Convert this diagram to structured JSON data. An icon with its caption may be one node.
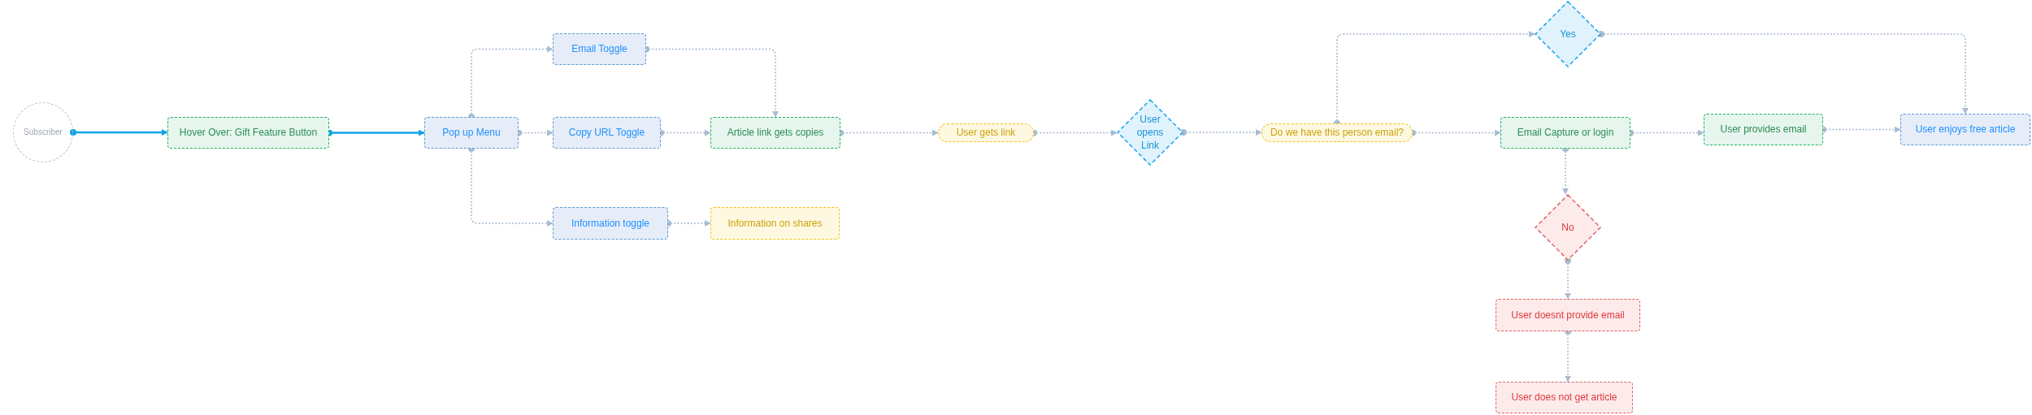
{
  "diagram": {
    "nodes": [
      {
        "text": [
          "Subscriber"
        ]
      },
      {
        "text": [
          "Hover Over: Gift Feature Button"
        ]
      },
      {
        "text": [
          "Pop up Menu"
        ]
      },
      {
        "text": [
          "Email Toggle"
        ]
      },
      {
        "text": [
          "Copy URL Toggle"
        ]
      },
      {
        "text": [
          "Information toggle"
        ]
      },
      {
        "text": [
          "Article link gets copies"
        ]
      },
      {
        "text": [
          "Information on shares"
        ]
      },
      {
        "text": [
          "User gets link"
        ]
      },
      {
        "text": [
          "User opens Link"
        ]
      },
      {
        "text": [
          "Do we have this person email?"
        ]
      },
      {
        "text": [
          "Yes"
        ]
      },
      {
        "text": [
          "Email Capture or login"
        ]
      },
      {
        "text": [
          "No"
        ]
      },
      {
        "text": [
          "User doesnt provide email"
        ]
      },
      {
        "text": [
          "User does not get article"
        ]
      },
      {
        "text": [
          "User provides email"
        ]
      },
      {
        "text": [
          "User enjoys free article"
        ]
      }
    ],
    "edges": [
      {
        "from": 0,
        "to": 1,
        "arrow": "to",
        "color": "#0ea5e9"
      },
      {
        "from": 1,
        "to": 2,
        "arrow": "to",
        "color": "#0ea5e9"
      },
      {
        "from": 2,
        "to": 3,
        "arrow": "to",
        "style": "dashed"
      },
      {
        "from": 2,
        "to": 4,
        "arrow": "to",
        "style": "dashed"
      },
      {
        "from": 2,
        "to": 5,
        "arrow": "to",
        "style": "dashed"
      },
      {
        "from": 3,
        "to": 6,
        "arrow": "to",
        "style": "dashed"
      },
      {
        "from": 4,
        "to": 6,
        "arrow": "to",
        "style": "dashed"
      },
      {
        "from": 5,
        "to": 7,
        "arrow": "to",
        "style": "dashed"
      },
      {
        "from": 6,
        "to": 8,
        "arrow": "to",
        "style": "dashed"
      },
      {
        "from": 8,
        "to": 9,
        "arrow": "to",
        "style": "dashed"
      },
      {
        "from": 9,
        "to": 10,
        "arrow": "to",
        "style": "dashed"
      },
      {
        "from": 10,
        "to": 11,
        "arrow": "to",
        "style": "dashed"
      },
      {
        "from": 10,
        "to": 12,
        "arrow": "to",
        "style": "dashed"
      },
      {
        "from": 11,
        "to": 17,
        "arrow": "to",
        "style": "dashed"
      },
      {
        "from": 12,
        "to": 13,
        "arrow": "to",
        "style": "dashed"
      },
      {
        "from": 13,
        "to": 14,
        "arrow": "to",
        "style": "dashed"
      },
      {
        "from": 14,
        "to": 15,
        "arrow": "to",
        "style": "dashed"
      },
      {
        "from": 12,
        "to": 16,
        "arrow": "to",
        "style": "dashed"
      },
      {
        "from": 16,
        "to": 17,
        "arrow": "to",
        "style": "dashed"
      }
    ]
  }
}
